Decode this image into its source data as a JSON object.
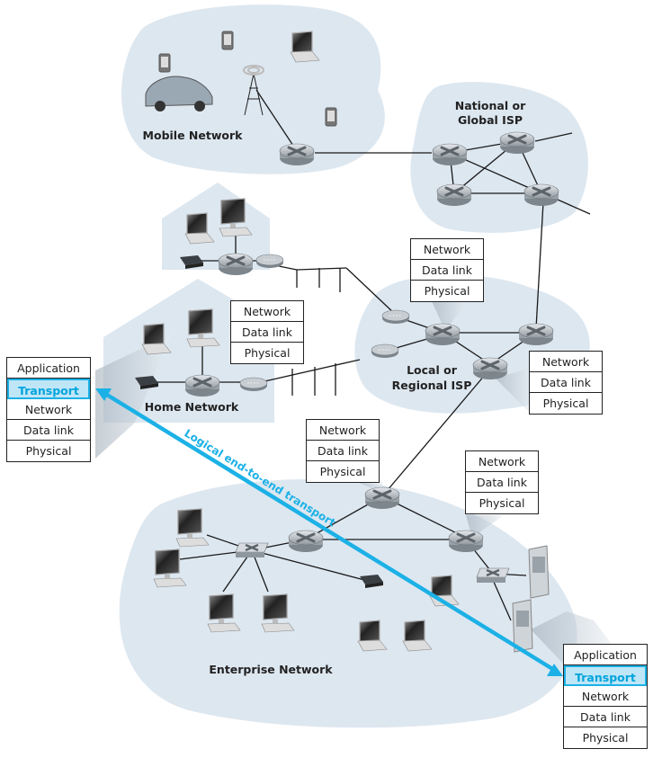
{
  "regions": {
    "mobile": "Mobile Network",
    "national_isp_line1": "National or",
    "national_isp_line2": "Global ISP",
    "local_isp_line1": "Local or",
    "local_isp_line2": "Regional ISP",
    "home": "Home Network",
    "enterprise": "Enterprise Network"
  },
  "transport_label": "Logical end-to-end transport",
  "colors": {
    "region_fill": "#dde7f0",
    "transport_accent": "#1cb1e6",
    "highlight_fill": "#bfe6f7"
  },
  "stacks": {
    "host_left": [
      "Application",
      "Transport",
      "Network",
      "Data link",
      "Physical"
    ],
    "host_right": [
      "Application",
      "Transport",
      "Network",
      "Data link",
      "Physical"
    ],
    "router_home": [
      "Network",
      "Data link",
      "Physical"
    ],
    "router_local_top": [
      "Network",
      "Data link",
      "Physical"
    ],
    "router_local_right": [
      "Network",
      "Data link",
      "Physical"
    ],
    "router_enterprise_left": [
      "Network",
      "Data link",
      "Physical"
    ],
    "router_enterprise_right": [
      "Network",
      "Data link",
      "Physical"
    ]
  },
  "highlighted_layer": "Transport"
}
